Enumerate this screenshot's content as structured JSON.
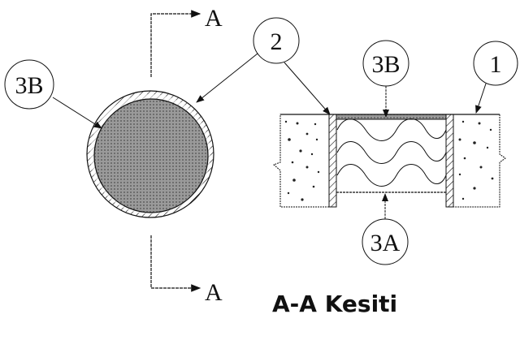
{
  "title": "A-A Kesiti",
  "section_marks": {
    "top": "A",
    "bottom": "A"
  },
  "callouts": {
    "left_3b": "3B",
    "part_2": "2",
    "right_3b": "3B",
    "part_1": "1",
    "part_3a": "3A"
  },
  "colors": {
    "ink": "#111111",
    "fill_gray": "#8a8a8a"
  }
}
